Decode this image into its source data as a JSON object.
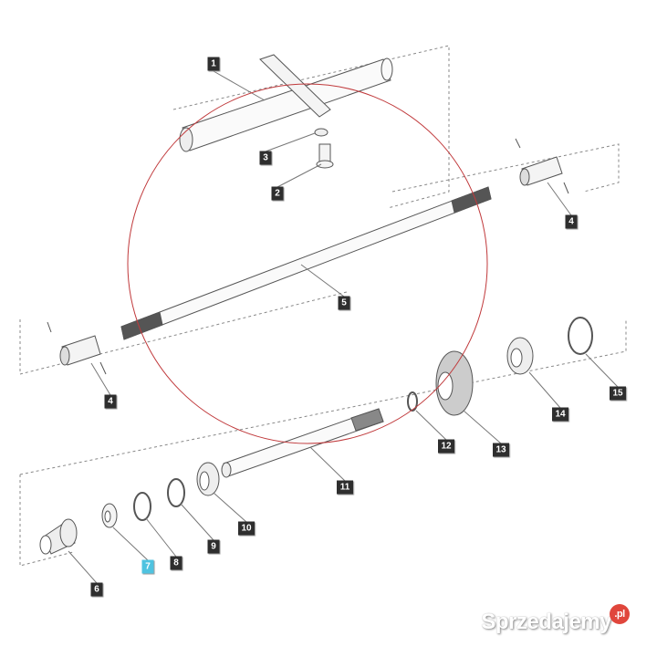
{
  "diagram": {
    "callouts": [
      {
        "text": "1"
      },
      {
        "text": "3"
      },
      {
        "text": "2"
      },
      {
        "text": "4"
      },
      {
        "text": "5"
      },
      {
        "text": "4"
      },
      {
        "text": "15"
      },
      {
        "text": "14"
      },
      {
        "text": "13"
      },
      {
        "text": "12"
      },
      {
        "text": "11"
      },
      {
        "text": "10"
      },
      {
        "text": "9"
      },
      {
        "text": "8"
      },
      {
        "text": "7"
      },
      {
        "text": "6"
      }
    ],
    "highlight_color": "#4fc3e0",
    "circle_color": "#c0393b"
  },
  "watermark": {
    "main": "Sprzedajemy",
    "suffix": ".pl"
  }
}
